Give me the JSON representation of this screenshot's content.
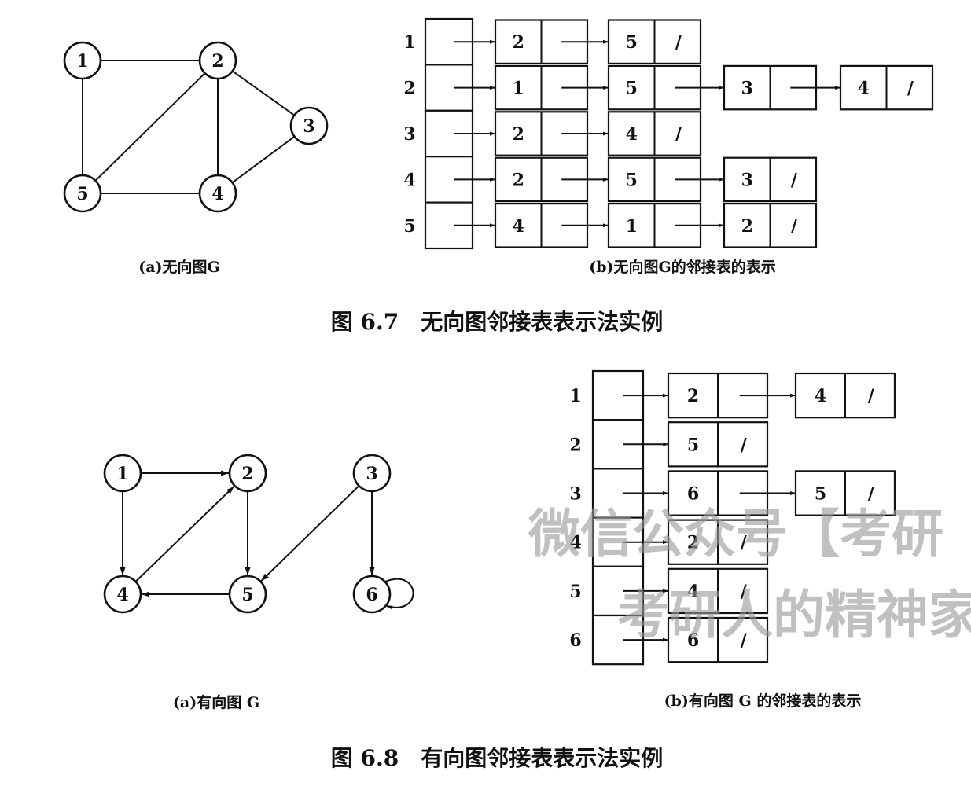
{
  "fig1": {
    "graph": {
      "nodes": [
        "1",
        "2",
        "3",
        "4",
        "5"
      ],
      "edges": [
        [
          "1",
          "2"
        ],
        [
          "1",
          "5"
        ],
        [
          "2",
          "5"
        ],
        [
          "2",
          "4"
        ],
        [
          "2",
          "3"
        ],
        [
          "3",
          "4"
        ],
        [
          "4",
          "5"
        ]
      ]
    },
    "adjacency": {
      "vertices": [
        "1",
        "2",
        "3",
        "4",
        "5"
      ],
      "rows": [
        [
          "2",
          "5"
        ],
        [
          "1",
          "5",
          "3",
          "4"
        ],
        [
          "2",
          "4"
        ],
        [
          "2",
          "5",
          "3"
        ],
        [
          "4",
          "1",
          "2"
        ]
      ],
      "null_mark": "/"
    },
    "caption_a": "(a)无向图G",
    "caption_b": "(b)无向图G的邻接表的表示",
    "title": "图 6.7　无向图邻接表表示法实例"
  },
  "fig2": {
    "graph": {
      "nodes": [
        "1",
        "2",
        "3",
        "4",
        "5",
        "6"
      ],
      "edges": [
        [
          "1",
          "2"
        ],
        [
          "1",
          "4"
        ],
        [
          "4",
          "2"
        ],
        [
          "2",
          "5"
        ],
        [
          "3",
          "5"
        ],
        [
          "5",
          "4"
        ],
        [
          "3",
          "6"
        ],
        [
          "6",
          "6"
        ]
      ]
    },
    "adjacency": {
      "vertices": [
        "1",
        "2",
        "3",
        "4",
        "5",
        "6"
      ],
      "rows": [
        [
          "2",
          "4"
        ],
        [
          "5"
        ],
        [
          "6",
          "5"
        ],
        [
          "2"
        ],
        [
          "4"
        ],
        [
          "6"
        ]
      ],
      "null_mark": "/"
    },
    "caption_a": "(a)有向图 G",
    "caption_b": "(b)有向图 G 的邻接表的表示",
    "title": "图 6.8　有向图邻接表表示法实例"
  },
  "watermark": {
    "line1": "微信公众号【考研",
    "line2": "考研人的精神家"
  }
}
